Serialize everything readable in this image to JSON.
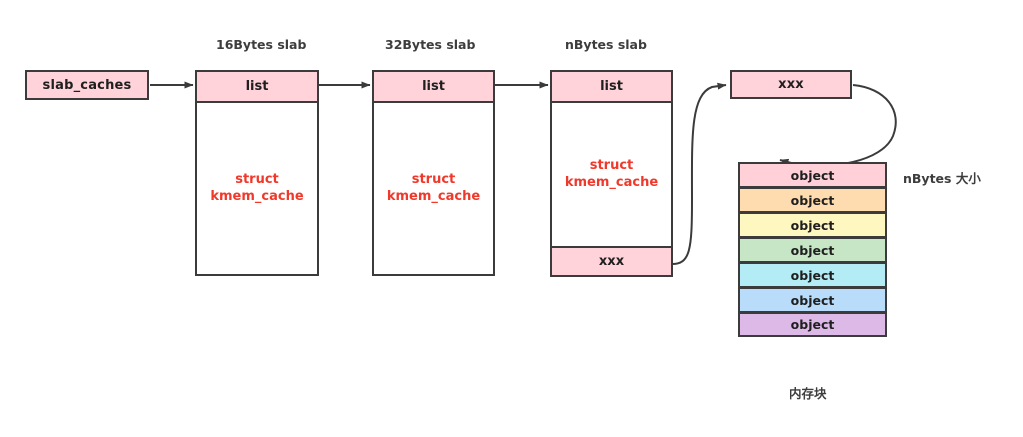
{
  "diagram": {
    "title_labels": {
      "slab16": "16Bytes slab",
      "slab32": "32Bytes slab",
      "slabn": "nBytes slab",
      "nbytes_size": "nBytes 大小",
      "memory_block": "内存块"
    },
    "root_node": {
      "label": "slab_caches"
    },
    "caches": [
      {
        "caption": "16Bytes slab",
        "head": "list",
        "body_line1": "struct",
        "body_line2": "kmem_cache",
        "foot": null
      },
      {
        "caption": "32Bytes slab",
        "head": "list",
        "body_line1": "struct",
        "body_line2": "kmem_cache",
        "foot": null
      },
      {
        "caption": "nBytes slab",
        "head": "list",
        "body_line1": "struct",
        "body_line2": "kmem_cache",
        "foot": "xxx"
      }
    ],
    "page_node": {
      "label": "xxx"
    },
    "objects": [
      {
        "label": "object",
        "color": "#ffd0d8"
      },
      {
        "label": "object",
        "color": "#ffdcb0"
      },
      {
        "label": "object",
        "color": "#fff7c0"
      },
      {
        "label": "object",
        "color": "#c6e6c6"
      },
      {
        "label": "object",
        "color": "#b3ecf5"
      },
      {
        "label": "object",
        "color": "#b9dcfa"
      },
      {
        "label": "object",
        "color": "#ddb9e8"
      }
    ],
    "colors": {
      "pink_fill": "#ffd3d9",
      "stroke": "#3b3b3b",
      "struct_text": "#f1392b",
      "caption_text": "#3d3d3d",
      "background": "#ffffff"
    }
  }
}
